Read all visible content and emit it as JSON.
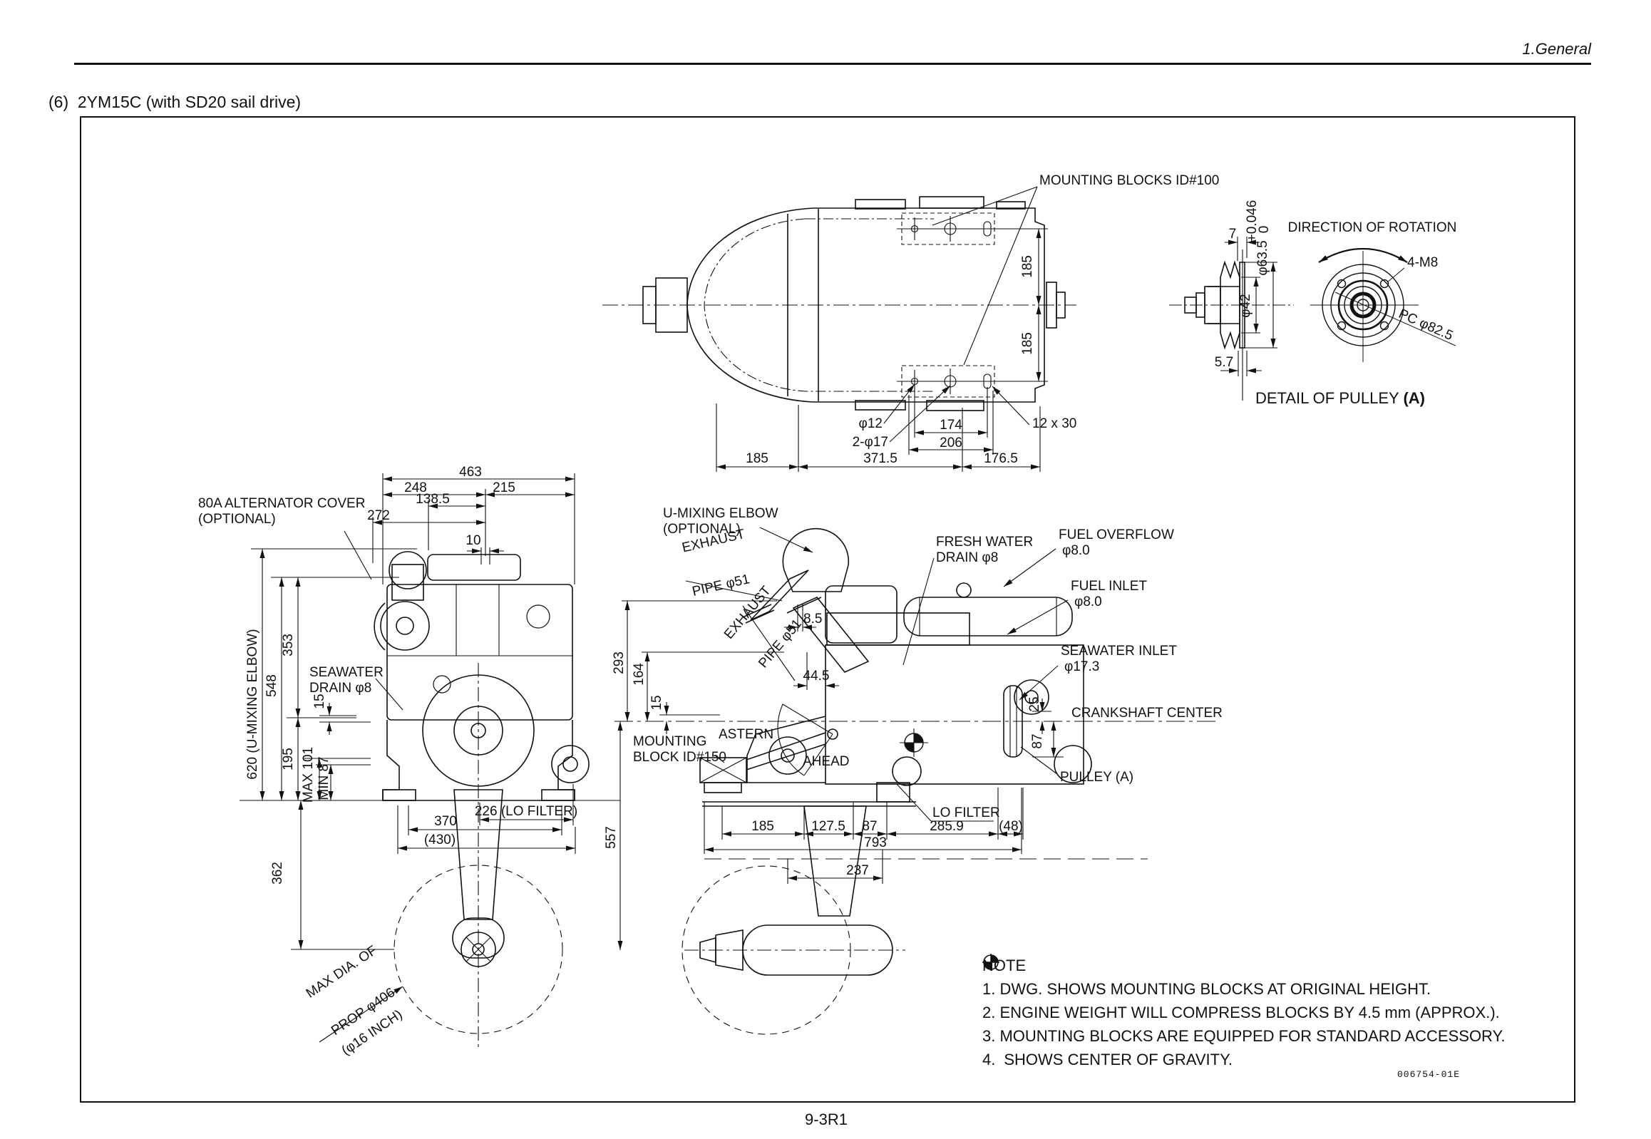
{
  "page": {
    "header_right": "1.General",
    "title": "(6)  2YM15C (with SD20 sail drive)",
    "footer": "9-3R1",
    "drawing_code": "006754-01E"
  },
  "top_view": {
    "label_mounting_blocks": "MOUNTING BLOCKS ID#100",
    "dims": {
      "d185_top": "185",
      "d185_bot": "185",
      "d174": "174",
      "d206": "206",
      "phi12": "φ12",
      "two_phi17": "2-φ17",
      "slot": "12 x 30",
      "chain_185": "185",
      "chain_371_5": "371.5",
      "chain_176_5": "176.5"
    }
  },
  "pulley": {
    "label_direction": "DIRECTION OF ROTATION",
    "label_4m8": "4-M8",
    "label_pc": "PC φ82.5",
    "caption": "DETAIL OF PULLEY ",
    "caption_a": "(A)",
    "dims": {
      "d7": "7",
      "tol_top": "+0.046",
      "tol_bot": "0",
      "phi63_5": "φ63.5",
      "phi42": "φ42",
      "d5_7": "5.7"
    }
  },
  "front": {
    "label_alt1": "80A ALTERNATOR COVER",
    "label_alt2": "(OPTIONAL)",
    "label_sw1": "SEAWATER",
    "label_sw2": "DRAIN φ8",
    "prop1": "MAX DIA. OF",
    "prop2": "PROP φ406",
    "prop3": "(φ16 INCH)",
    "dims": {
      "d463": "463",
      "d248": "248",
      "d215": "215",
      "d138_5": "138.5",
      "d272": "272",
      "d10": "10",
      "d620": "620 (U-MIXING ELBOW)",
      "d548": "548",
      "d353": "353",
      "d15": "15",
      "d195": "195",
      "dmax": "MAX 101",
      "dmin": "MIN 87",
      "d370": "370",
      "d430": "(430)",
      "d226": "226 (LO FILTER)",
      "d362": "362"
    }
  },
  "side": {
    "label_umix1": "U-MIXING ELBOW",
    "label_umix2": "(OPTIONAL)",
    "label_ex1a": "EXHAUST",
    "label_ex1b": "PIPE φ51",
    "label_ex2a": "EXHAUST",
    "label_ex2b": "PIPE φ51",
    "label_fw1": "FRESH WATER",
    "label_fw2": "DRAIN φ8",
    "label_fo1": "FUEL OVERFLOW",
    "label_fo2": "φ8.0",
    "label_fi1": "FUEL INLET",
    "label_fi2": "φ8.0",
    "label_si1": "SEAWATER INLET",
    "label_si2": "φ17.3",
    "label_crank": "CRANKSHAFT CENTER",
    "label_pulley": "PULLEY (A)",
    "label_mb1": "MOUNTING",
    "label_mb2": "BLOCK ID#150",
    "label_astern": "ASTERN",
    "label_ahead": "AHEAD",
    "label_lof": "LO FILTER",
    "dims": {
      "d8_5": "8.5",
      "d44_5": "44.5",
      "d293": "293",
      "d164": "164",
      "d15": "15",
      "d557": "557",
      "d25": "25",
      "d87v": "87",
      "d185": "185",
      "d127_5": "127.5",
      "d87": "87",
      "d793": "793",
      "d285_9": "285.9",
      "d48": "(48)",
      "d237": "237"
    }
  },
  "note": {
    "title": "NOTE",
    "l1": "1. DWG. SHOWS MOUNTING BLOCKS AT ORIGINAL HEIGHT.",
    "l2": "2. ENGINE WEIGHT WILL COMPRESS BLOCKS BY 4.5 mm (APPROX.).",
    "l3": "3. MOUNTING BLOCKS ARE EQUIPPED FOR STANDARD ACCESSORY.",
    "l4a": "4.",
    "l4b": "SHOWS CENTER OF GRAVITY."
  }
}
